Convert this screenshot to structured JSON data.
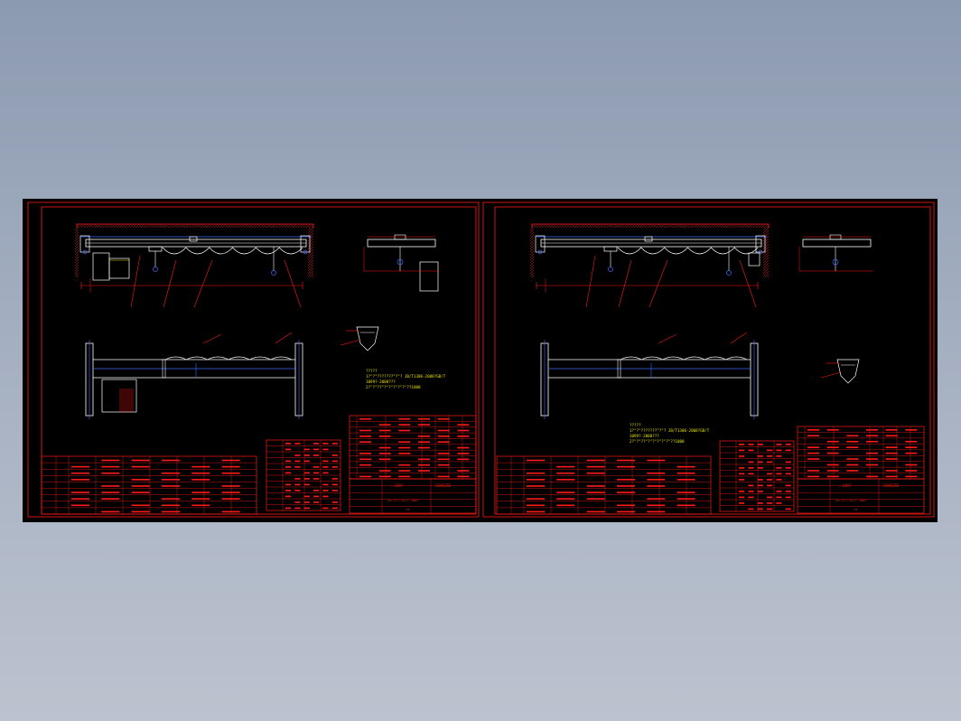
{
  "colors": {
    "background_top": "#8c9ab0",
    "background_bottom": "#bcc3cf",
    "sheet": "#000000",
    "frame": "#ff1a1a",
    "outline": "#ffffff",
    "centerline": "#3a6bff",
    "annotation": "#e8e000"
  },
  "sheets": [
    {
      "technical_notes": [
        "?????",
        "1?\"?\"???????\"?\"? JB/T1306-2008?GB/T",
        "1099?-2008???",
        "2?\"?\"??\"?\"?\"?\"?\"?\"??1000"
      ],
      "title_code": "LDA01ZD",
      "title_name": "LDA?",
      "title_sub": "LD-??? 5t??-16m?",
      "sheet_no": "11"
    },
    {
      "technical_notes": [
        "?????",
        "1?\"?\"???????\"?\"? JB/T1306-2008?GB/T",
        "1099?-2008???",
        "2?\"?\"??\"?\"?\"?\"?\"?\"??1000"
      ],
      "title_code": "LDA01ZD",
      "title_name": "LDA?",
      "title_sub": "LD-??? 5t??-16m?",
      "sheet_no": "11"
    }
  ]
}
